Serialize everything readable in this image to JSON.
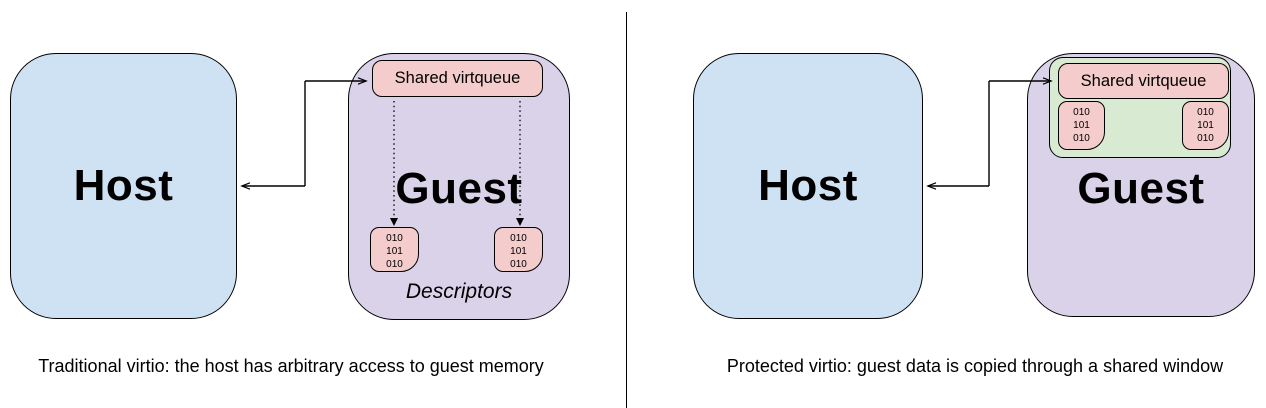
{
  "colors": {
    "background": "#ffffff",
    "border": "#000000",
    "host_fill": "#cfe2f3",
    "guest_fill": "#d9d2e9",
    "virtqueue_fill": "#f4cccc",
    "memory_fill": "#f4cccc",
    "shared_window_fill": "#d9ead3"
  },
  "left_panel": {
    "host_label": "Host",
    "guest_label": "Guest",
    "virtqueue_label": "Shared virtqueue",
    "memory_block": "010\n101\n010",
    "descriptors_label": "Descriptors",
    "caption": "Traditional virtio: the host has arbitrary access to guest memory"
  },
  "right_panel": {
    "host_label": "Host",
    "guest_label": "Guest",
    "virtqueue_label": "Shared virtqueue",
    "memory_block": "010\n101\n010",
    "caption": "Protected virtio: guest data is copied through a shared window"
  }
}
